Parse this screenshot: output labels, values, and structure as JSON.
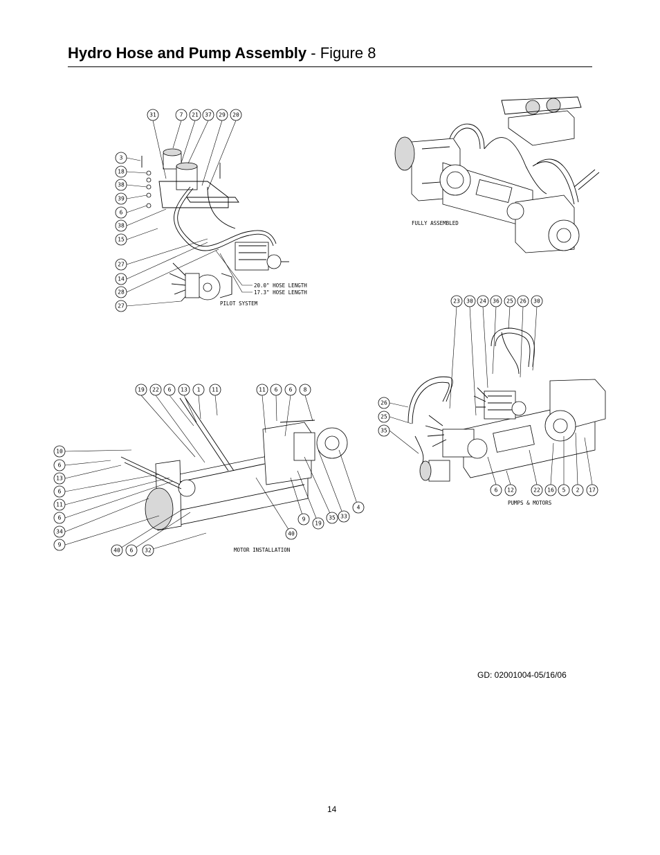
{
  "header": {
    "title_bold": "Hydro Hose and Pump Assembly",
    "title_rest": " - Figure 8"
  },
  "captions": {
    "pilot": "PILOT SYSTEM",
    "hose20": "20.0\" HOSE LENGTH",
    "hose17": "17.3\" HOSE LENGTH",
    "fully": "FULLY ASSEMBLED",
    "motor": "MOTOR INSTALLATION",
    "pumps": "PUMPS & MOTORS"
  },
  "pilot_callouts": [
    "31",
    "7",
    "21",
    "37",
    "29",
    "20",
    "3",
    "18",
    "38",
    "39",
    "6",
    "38",
    "15",
    "27",
    "14",
    "28",
    "27"
  ],
  "motor_callouts": [
    "19",
    "22",
    "6",
    "13",
    "1",
    "11",
    "11",
    "6",
    "6",
    "8",
    "10",
    "6",
    "13",
    "6",
    "11",
    "6",
    "34",
    "9",
    "40",
    "6",
    "32",
    "40",
    "9",
    "19",
    "35",
    "33",
    "4"
  ],
  "pumps_callouts": [
    "23",
    "30",
    "24",
    "36",
    "25",
    "26",
    "30",
    "26",
    "25",
    "35",
    "6",
    "12",
    "22",
    "16",
    "5",
    "2",
    "17"
  ],
  "footer": {
    "doc_id": "GD: 02001004-05/16/06",
    "page_number": "14"
  }
}
